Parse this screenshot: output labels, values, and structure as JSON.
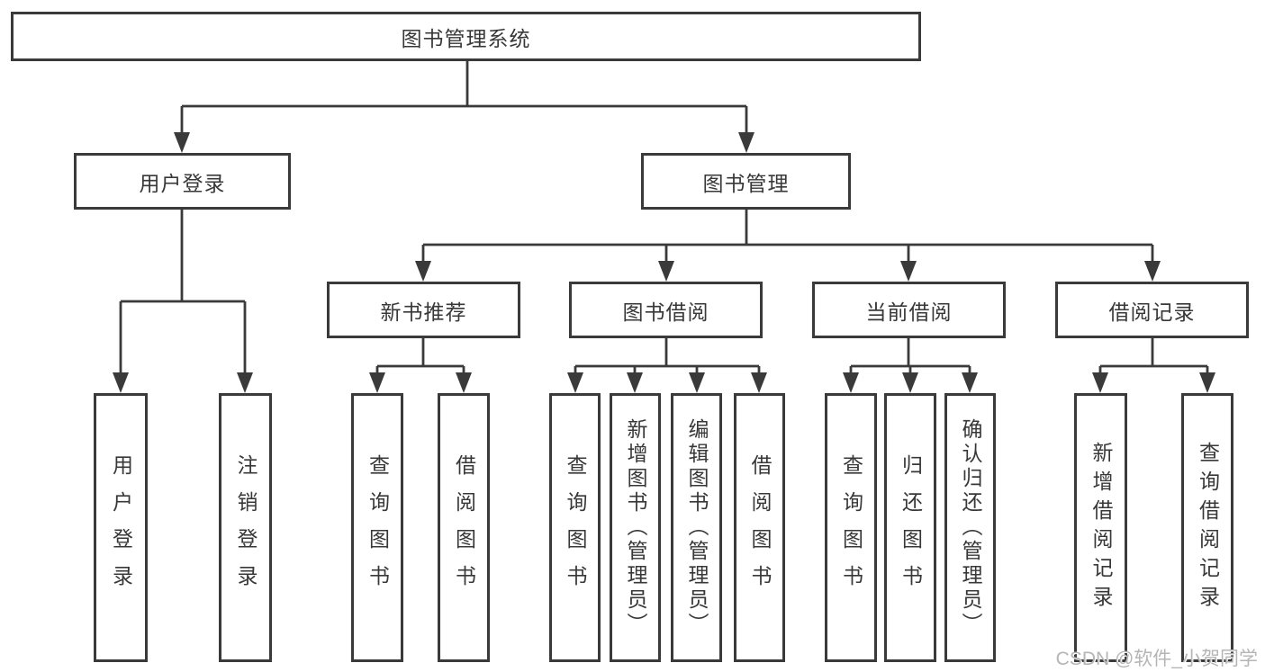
{
  "diagram": {
    "root": {
      "label": "图书管理系统"
    },
    "branches": [
      {
        "label": "用户登录",
        "children": [
          {
            "label": "用户登录"
          },
          {
            "label": "注销登录"
          }
        ]
      },
      {
        "label": "图书管理",
        "children": [
          {
            "label": "新书推荐",
            "children": [
              {
                "label": "查询图书"
              },
              {
                "label": "借阅图书"
              }
            ]
          },
          {
            "label": "图书借阅",
            "children": [
              {
                "label": "查询图书"
              },
              {
                "label": "新增图书（管理员）"
              },
              {
                "label": "编辑图书（管理员）"
              },
              {
                "label": "借阅图书"
              }
            ]
          },
          {
            "label": "当前借阅",
            "children": [
              {
                "label": "查询图书"
              },
              {
                "label": "归还图书"
              },
              {
                "label": "确认归还（管理员）"
              }
            ]
          },
          {
            "label": "借阅记录",
            "children": [
              {
                "label": "新增借阅记录"
              },
              {
                "label": "查询借阅记录"
              }
            ]
          }
        ]
      }
    ],
    "colors": {
      "line": "#3a3a3a",
      "text": "#383838",
      "watermark": "#b5b5b5",
      "background": "#ffffff"
    }
  },
  "watermark": {
    "text": "CSDN @软件_小贺同学"
  }
}
